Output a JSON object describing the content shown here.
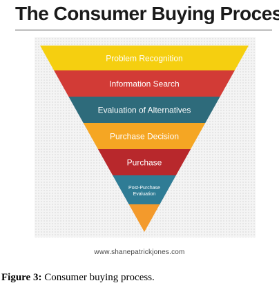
{
  "title": "The Consumer Buying Process",
  "stages": [
    {
      "label": "Problem Recognition",
      "color": "#f5cf10"
    },
    {
      "label": "Information Search",
      "color": "#d23b36"
    },
    {
      "label": "Evaluation of Alternatives",
      "color": "#2e6b7b"
    },
    {
      "label": "Purchase Decision",
      "color": "#f5a623"
    },
    {
      "label": "Purchase",
      "color": "#b8282c"
    },
    {
      "label": "Post-Purchase",
      "label2": "Evaluation",
      "color": "#2f7c95"
    },
    {
      "label": "",
      "color": "#f39a2c"
    }
  ],
  "website": "www.shanepatrickjones.com",
  "caption": {
    "label": "Figure 3:",
    "text": "Consumer buying process."
  }
}
